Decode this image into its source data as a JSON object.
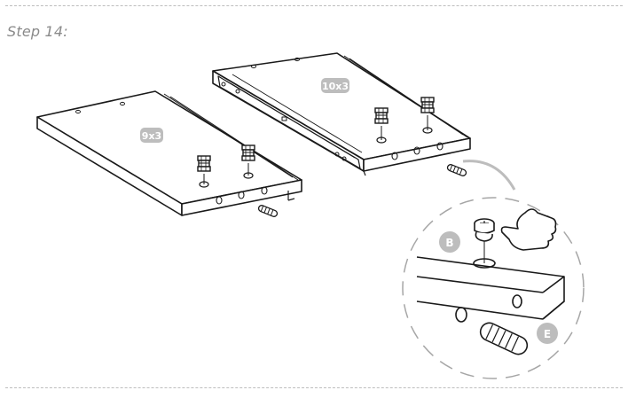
{
  "step": {
    "title": "Step 14:"
  },
  "panels": {
    "left_label": "9x3",
    "right_label": "10x3"
  },
  "callouts": {
    "cam_label": "B",
    "dowel_label": "E"
  },
  "colors": {
    "line": "#1a1a1a",
    "badge": "#bdbdbd",
    "dashes": "#bdbdbd",
    "title": "#8a8a8a"
  }
}
